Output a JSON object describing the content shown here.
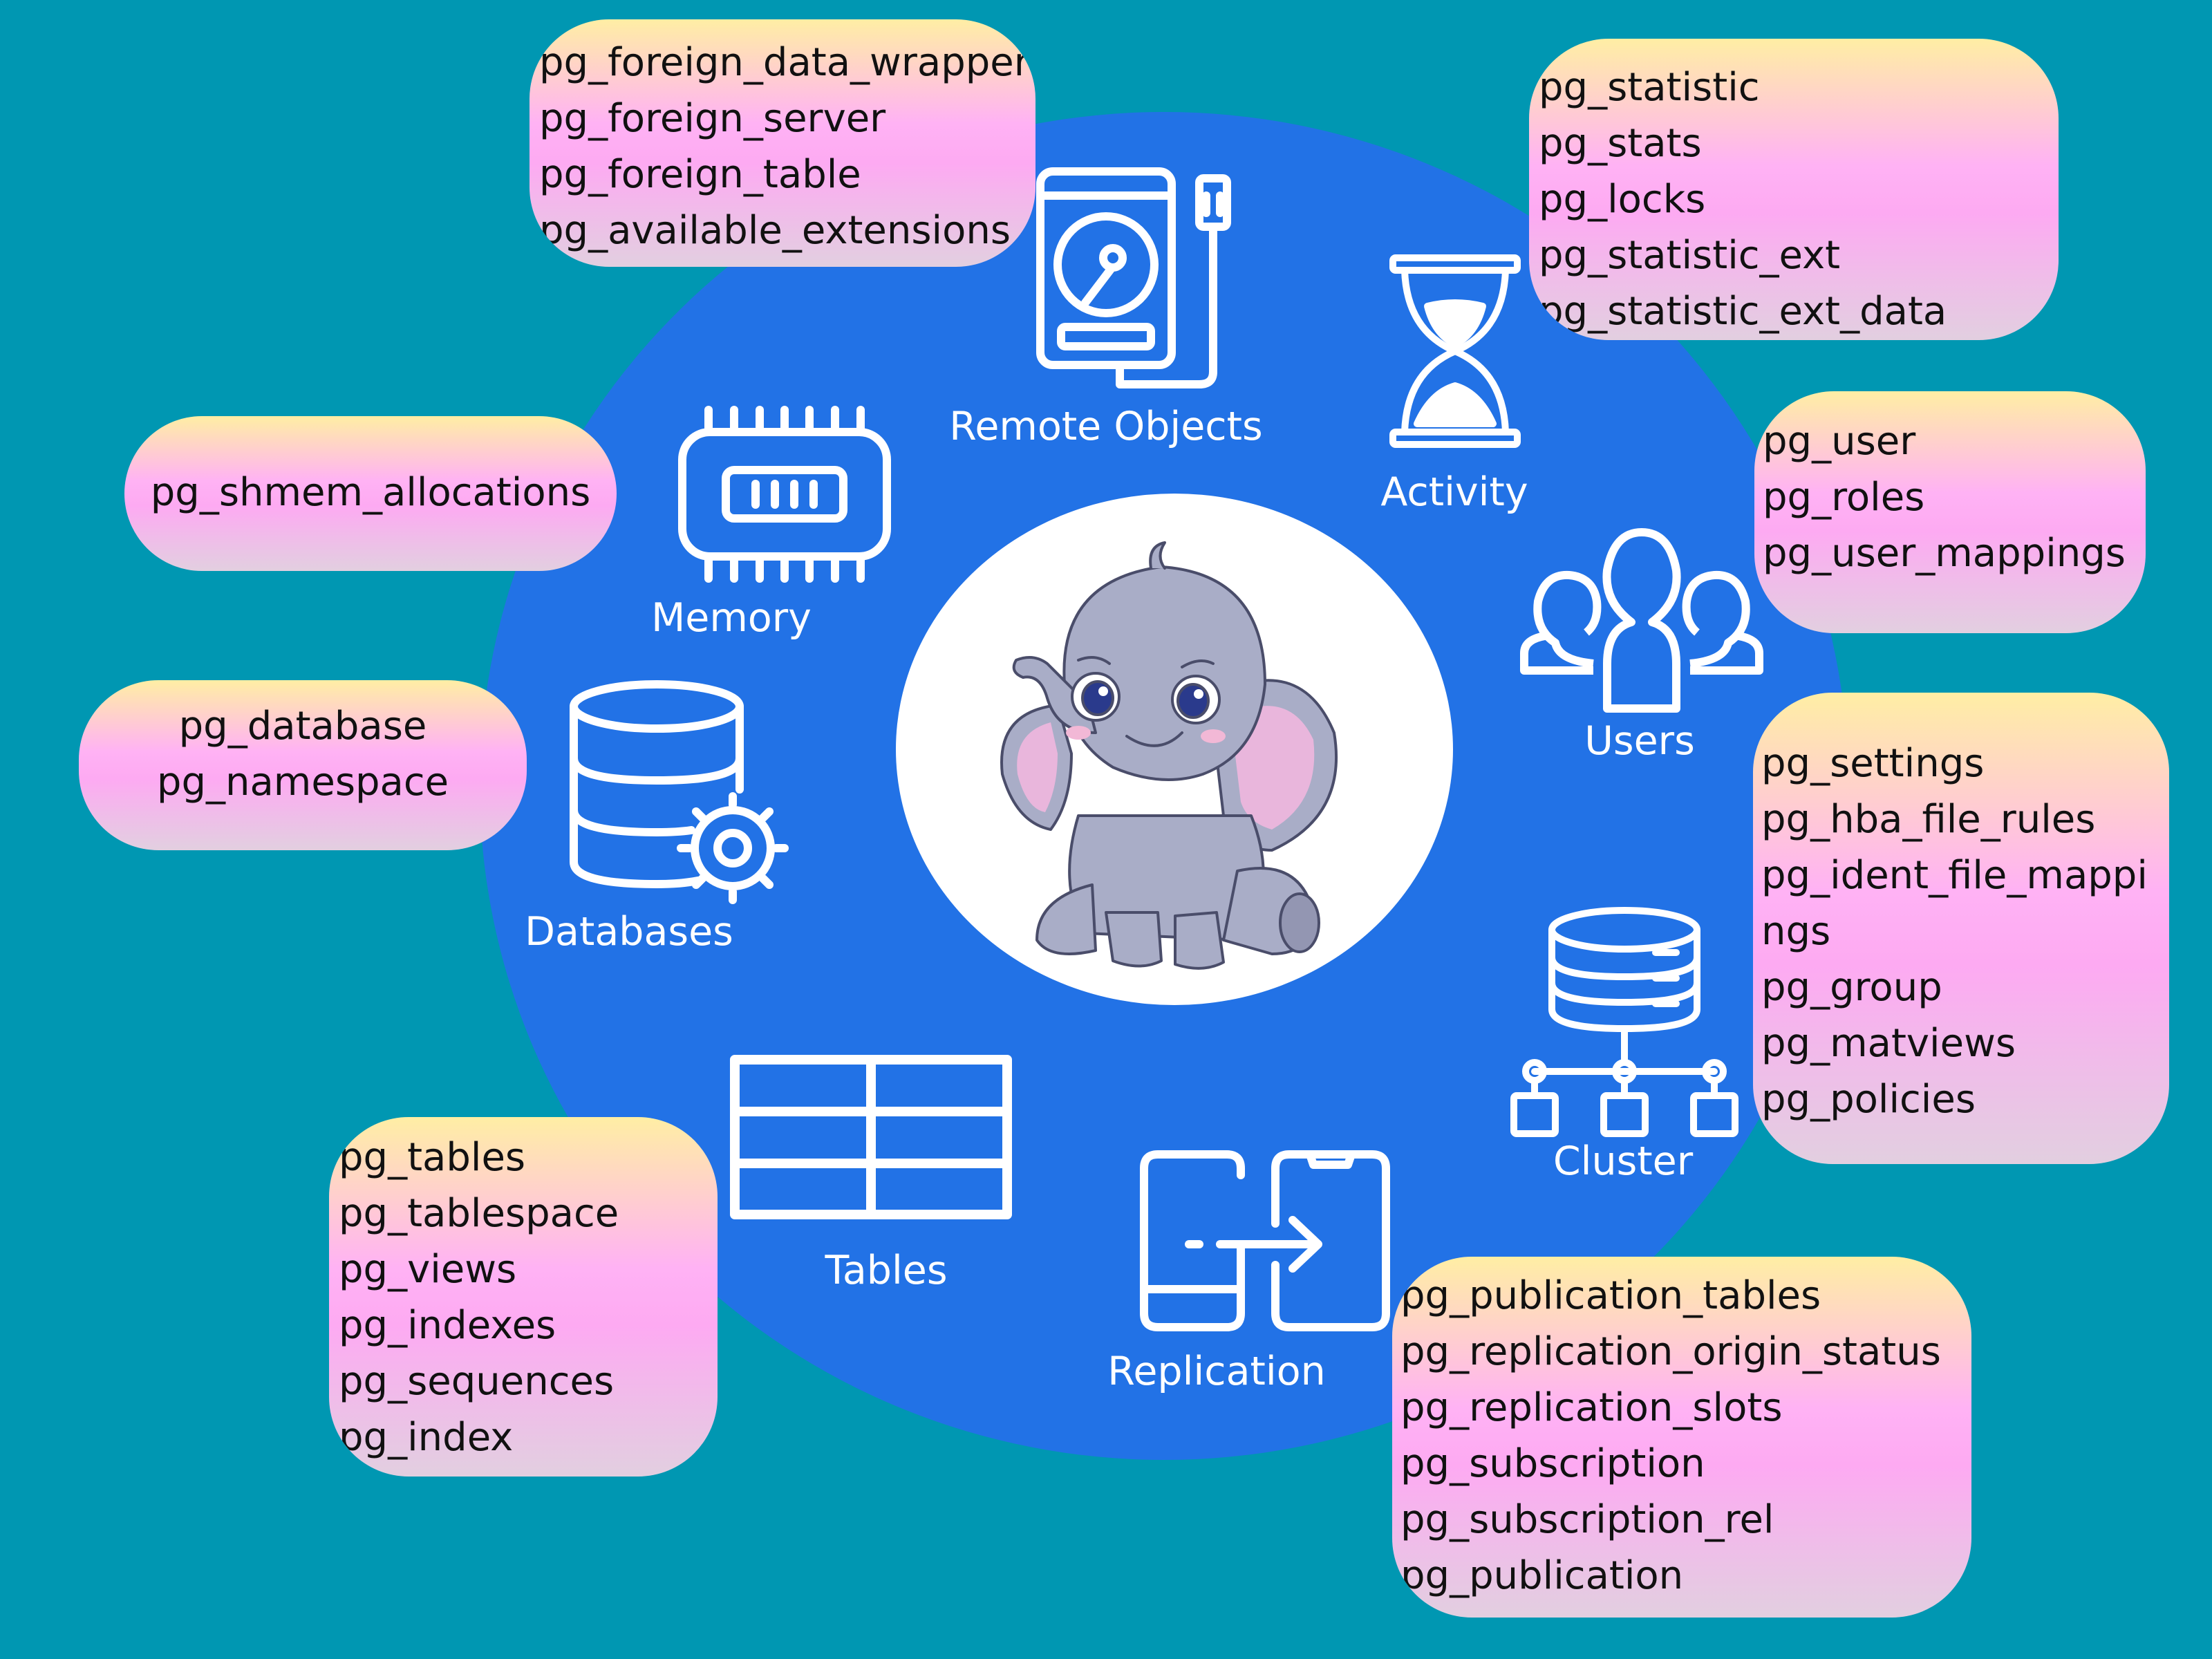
{
  "colors": {
    "background": "#0097b2",
    "circle": "#2272e6",
    "center": "#ffffff",
    "label_text": "#ffffff",
    "box_text": "#111111"
  },
  "categories": {
    "remote_objects": {
      "label": "Remote Objects",
      "icon": "external-drive-icon",
      "items": [
        "pg_foreign_data_wrapper",
        "pg_foreign_server",
        "pg_foreign_table",
        "pg_available_extensions"
      ]
    },
    "activity": {
      "label": "Activity",
      "icon": "hourglass-icon",
      "items": [
        "pg_statistic",
        "pg_stats",
        "pg_locks",
        "pg_statistic_ext",
        "pg_statistic_ext_data"
      ]
    },
    "memory": {
      "label": "Memory",
      "icon": "memory-chip-icon",
      "items": [
        "pg_shmem_allocations"
      ]
    },
    "users": {
      "label": "Users",
      "icon": "users-icon",
      "items": [
        "pg_user",
        "pg_roles",
        "pg_user_mappings"
      ]
    },
    "databases": {
      "label": "Databases",
      "icon": "database-gear-icon",
      "items": [
        "pg_database",
        "pg_namespace"
      ]
    },
    "cluster": {
      "label": "Cluster",
      "icon": "server-network-icon",
      "items": [
        "pg_settings",
        "pg_hba_file_rules",
        "pg_ident_file_mappi",
        "ngs",
        "pg_group",
        "pg_matviews",
        "pg_policies"
      ]
    },
    "tables": {
      "label": "Tables",
      "icon": "table-grid-icon",
      "items": [
        "pg_tables",
        "pg_tablespace",
        "pg_views",
        "pg_indexes",
        "pg_sequences",
        "pg_index"
      ]
    },
    "replication": {
      "label": "Replication",
      "icon": "phone-transfer-icon",
      "items": [
        "pg_publication_tables",
        "pg_replication_origin_status",
        "pg_replication_slots",
        "pg_subscription",
        "pg_subscription_rel",
        "pg_publication"
      ]
    }
  }
}
